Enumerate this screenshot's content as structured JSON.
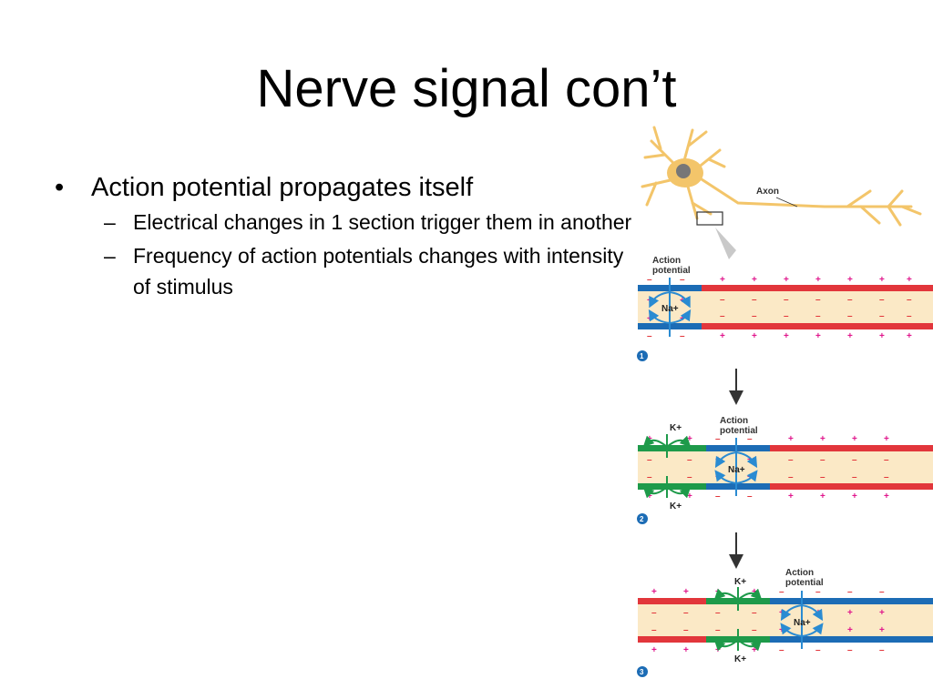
{
  "slide": {
    "title": "Nerve signal con’t",
    "bullets": [
      {
        "text": "Action potential propagates itself",
        "subs": [
          "Electrical changes in 1 section trigger them in another",
          "Frequency of action potentials changes with intensity of stimulus"
        ]
      }
    ]
  },
  "figure": {
    "axon_label": "Axon",
    "action_potential_label": "Action potential",
    "na_label": "Na+",
    "k_label": "K+",
    "steps": [
      "1",
      "2",
      "3"
    ]
  },
  "colors": {
    "resting_membrane": "#e2363b",
    "depolarized_membrane": "#1c6cb5",
    "repolarizing_membrane": "#1e9a4a",
    "axon_interior": "#fbe9c6",
    "plus_sign": "#e0168c",
    "minus_sign": "#e2363b",
    "na_arrow": "#2a8bd2",
    "k_arrow": "#1e9a4a"
  }
}
